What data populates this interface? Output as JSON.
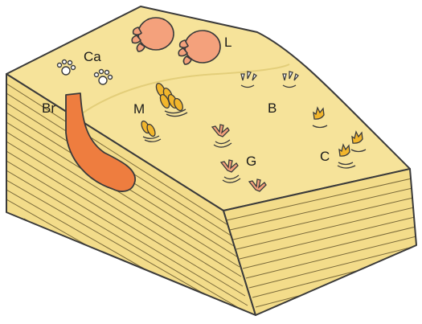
{
  "labels": {
    "ca": "Ca",
    "l": "L",
    "br": "Br",
    "m": "M",
    "b": "B",
    "g": "G",
    "c": "C"
  },
  "colors": {
    "surface": "#f6e39a",
    "strata": "#f3dc8a",
    "stroke": "#3a3a3a",
    "burrow": "#ee7d3f",
    "lizard_prints": "#f4a17c",
    "cat_prints": "#ffffff",
    "bird_prints": "#ffffff",
    "mammal_prints": "#f2b62c",
    "gull_prints": "#f4a17c",
    "c_prints": "#f2b62c"
  }
}
